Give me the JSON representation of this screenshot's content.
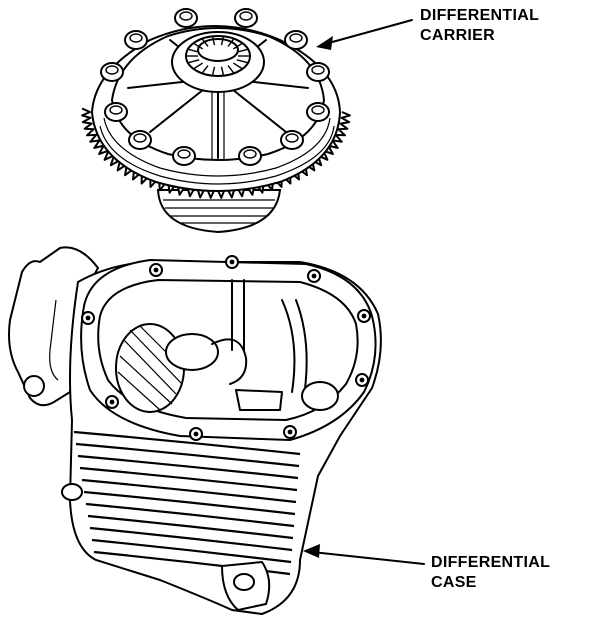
{
  "labels": {
    "carrier": {
      "line1": "DIFFERENTIAL",
      "line2": "CARRIER"
    },
    "case": {
      "line1": "DIFFERENTIAL",
      "line2": "CASE"
    }
  },
  "colors": {
    "ink": "#000000",
    "paper": "#ffffff"
  }
}
